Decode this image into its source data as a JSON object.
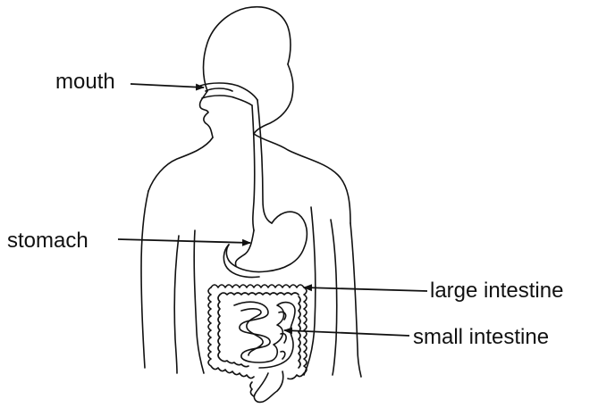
{
  "labels": {
    "mouth": "mouth",
    "stomach": "stomach",
    "large_intestine": "large intestine",
    "small_intestine": "small intestine"
  },
  "colors": {
    "ink": "#111111",
    "background": "#ffffff"
  }
}
